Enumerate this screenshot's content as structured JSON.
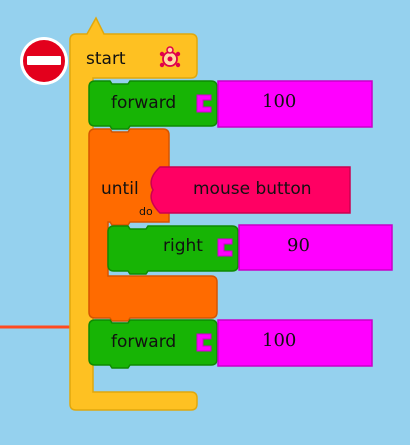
{
  "workspace": {
    "background": "#95d1ee",
    "delete_icon": "no-entry-icon"
  },
  "start_block": {
    "label": "start",
    "icon": "turtle-icon",
    "color": "#fec122"
  },
  "blocks": {
    "forward_1": {
      "label": "forward",
      "value": "100"
    },
    "until": {
      "label": "until",
      "do_label": "do",
      "condition": "mouse button"
    },
    "right": {
      "label": "right",
      "value": "90"
    },
    "forward_2": {
      "label": "forward",
      "value": "100"
    }
  },
  "colors": {
    "motion_block": "#17b405",
    "loop_block": "#ff6b00",
    "number_arg": "#ff00ff",
    "boolean_arg": "#ff0063",
    "wire": "#ff4a20"
  }
}
